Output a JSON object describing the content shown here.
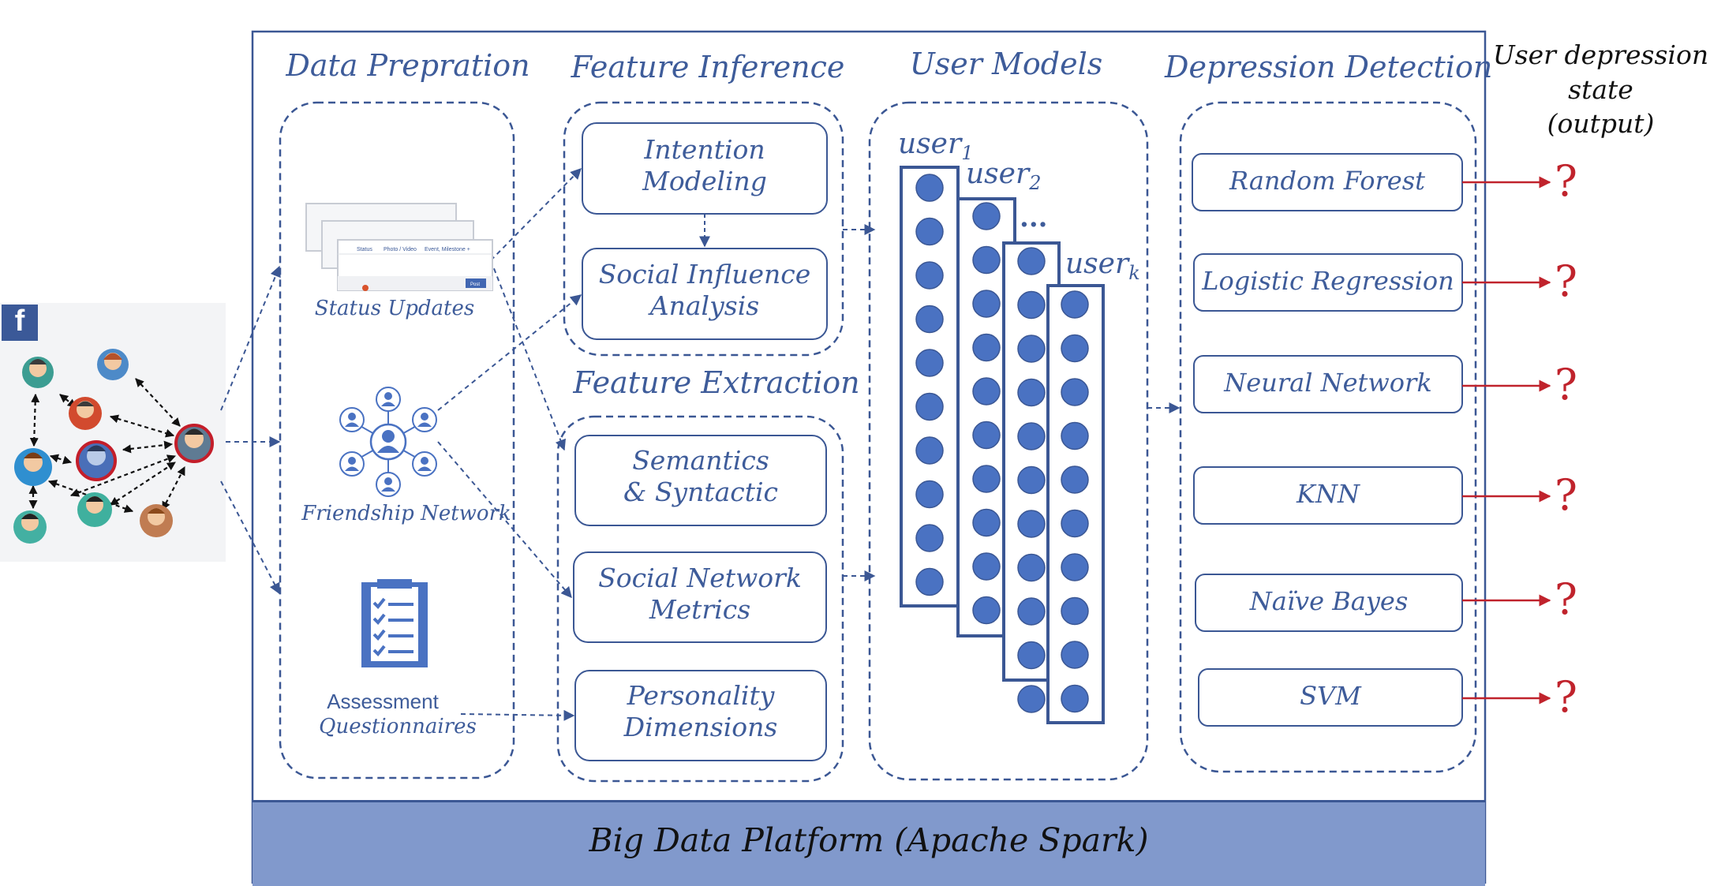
{
  "stages": {
    "data_preparation": {
      "title": "Data Prepration",
      "inputs": {
        "status_updates": "Status Updates",
        "friendship_network": "Friendship Network",
        "assessment_line1": "Assessment",
        "assessment_line2": "Questionnaires"
      }
    },
    "feature_inference": {
      "title": "Feature Inference",
      "items": [
        {
          "line1": "Intention",
          "line2": "Modeling"
        },
        {
          "line1": "Social Influence",
          "line2": "Analysis"
        }
      ]
    },
    "feature_extraction": {
      "title": "Feature Extraction",
      "items": [
        {
          "line1": "Semantics",
          "line2": "& Syntactic"
        },
        {
          "line1": "Social Network",
          "line2": "Metrics"
        },
        {
          "line1": "Personality",
          "line2": "Dimensions"
        }
      ]
    },
    "user_models": {
      "title": "User Models",
      "labels": [
        {
          "name": "user",
          "sub": "1"
        },
        {
          "name": "user",
          "sub": "2"
        },
        {
          "name": "user",
          "sub": "k"
        }
      ],
      "ellipsis": "...",
      "nodes_per_user": [
        10,
        10,
        11,
        10
      ]
    },
    "depression_detection": {
      "title": "Depression Detection",
      "models": [
        "Random Forest",
        "Logistic Regression",
        "Neural Network",
        "KNN",
        "Naïve Bayes",
        "SVM"
      ],
      "output_symbol": "?"
    }
  },
  "output": {
    "line1": "User depression",
    "line2": "state",
    "line3": "(output)"
  },
  "platform": {
    "label": "Big Data Platform (Apache Spark)"
  },
  "social_source": {
    "logo_letter": "f"
  },
  "status_card": {
    "tab1": "Status",
    "tab2": "Photo / Video",
    "tab3": "Event, Milestone +",
    "post_button": "Post"
  },
  "colors": {
    "primary": "#3b5794",
    "node_fill": "#4a72c2",
    "accent_red": "#c0232c",
    "platform_fill": "#8199cc",
    "facebook_blue": "#3b5998"
  }
}
